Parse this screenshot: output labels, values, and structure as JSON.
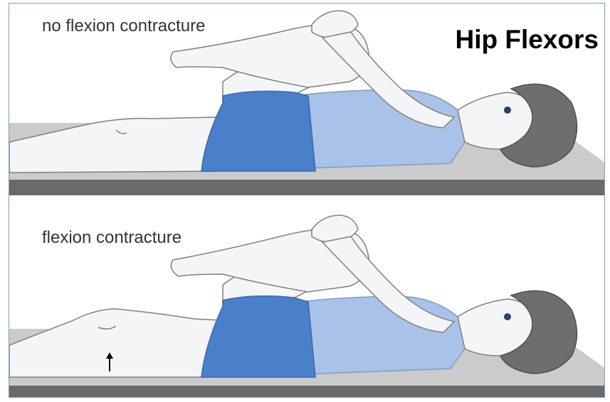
{
  "title": "Hip Flexors",
  "panels": [
    {
      "label": "no flexion contracture"
    },
    {
      "label": "flexion contracture"
    }
  ],
  "colors": {
    "frame_border": "#6fa0c8",
    "gown_dark": "#4a7fc9",
    "gown_light": "#a9c2e8",
    "skin": "#f4f5f7",
    "outline": "#808080",
    "hair": "#6e6e6e",
    "mat_top": "#c9c9c9",
    "mat_edge": "#6a6a6a"
  },
  "icons": [
    "arrow-up-icon"
  ]
}
